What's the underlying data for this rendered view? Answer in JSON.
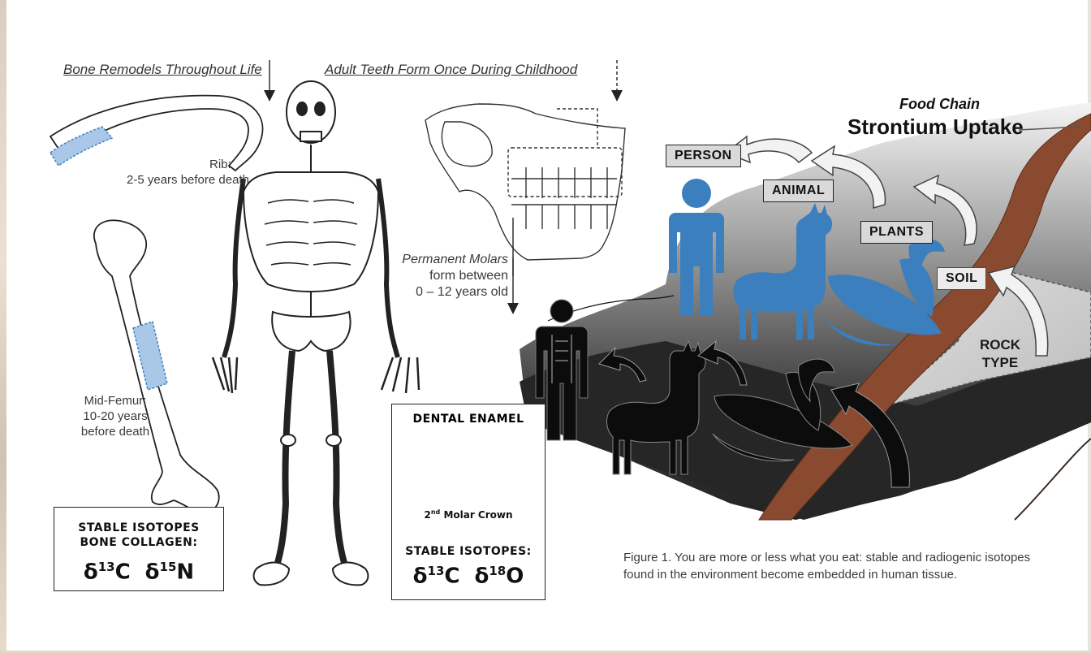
{
  "headings": {
    "bone": "Bone Remodels Throughout Life",
    "teeth": "Adult Teeth Form Once During Childhood"
  },
  "rib": {
    "title": "Rib:",
    "detail": "2-5 years before death"
  },
  "femur": {
    "line1": "Mid-Femur:",
    "line2": "10-20 years",
    "line3": "before death"
  },
  "molars": {
    "title": "Permanent Molars",
    "line2": "form between",
    "line3": "0 – 12 years old"
  },
  "bone_box": {
    "title1": "STABLE ISOTOPES",
    "title2": "BONE COLLAGEN:",
    "iso1_base": "δ",
    "iso1_sup": "13",
    "iso1_el": "C",
    "iso2_base": "δ",
    "iso2_sup": "15",
    "iso2_el": "N"
  },
  "enamel_box": {
    "title": "DENTAL ENAMEL",
    "molar_sup": "nd",
    "molar_pre": "2",
    "molar_post": "Molar Crown",
    "iso_title": "STABLE ISOTOPES:",
    "iso1_base": "δ",
    "iso1_sup": "13",
    "iso1_el": "C",
    "iso2_base": "δ",
    "iso2_sup": "18",
    "iso2_el": "O"
  },
  "food_chain": {
    "subtitle": "Food Chain",
    "title": "Strontium Uptake",
    "person": "PERSON",
    "animal": "ANIMAL",
    "plants": "PLANTS",
    "soil": "SOIL",
    "rock1": "ROCK",
    "rock2": "TYPE"
  },
  "caption": "Figure 1. You are more or less what you eat: stable and radiogenic isotopes found in the environment become embedded in human tissue.",
  "colors": {
    "accent_blue": "#3b7fbf",
    "light_blue": "#a9c8e8",
    "soil_brown": "#8a4a30"
  }
}
